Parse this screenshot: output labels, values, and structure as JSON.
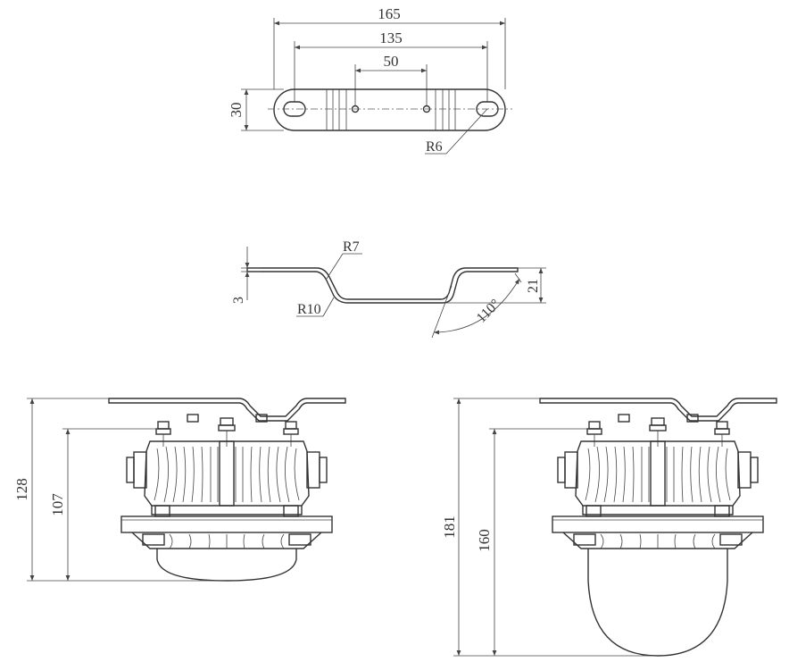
{
  "bracket_top_view": {
    "dim_165": "165",
    "dim_135": "135",
    "dim_50": "50",
    "dim_30": "30",
    "radius_r6": "R6"
  },
  "bracket_side_view": {
    "radius_r7": "R7",
    "radius_r10": "R10",
    "thickness_3": "3",
    "height_21": "21",
    "angle_110": "110°"
  },
  "lamp_short": {
    "height_128": "128",
    "height_107": "107"
  },
  "lamp_tall": {
    "height_181": "181",
    "height_160": "160"
  }
}
